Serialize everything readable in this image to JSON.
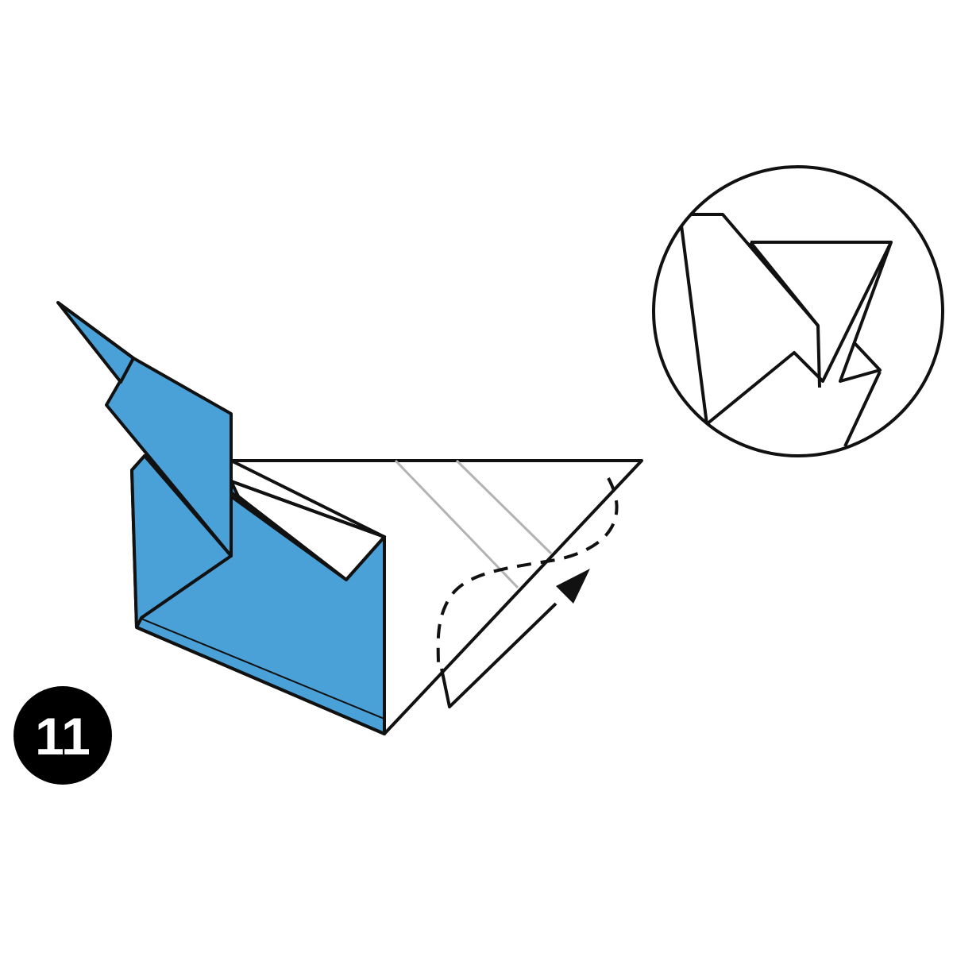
{
  "step": {
    "number": "11"
  },
  "colors": {
    "paper_color_side": "#4aa1d8",
    "paper_white_side": "#ffffff",
    "outline": "#111111",
    "reference_crease": "#b3b3b3",
    "badge_fill": "#000000",
    "badge_text": "#ffffff"
  },
  "symbols": {
    "fold_direction": "arrow-icon",
    "fold_path": "dashed-curve",
    "detail_view": "zoom-circle"
  }
}
